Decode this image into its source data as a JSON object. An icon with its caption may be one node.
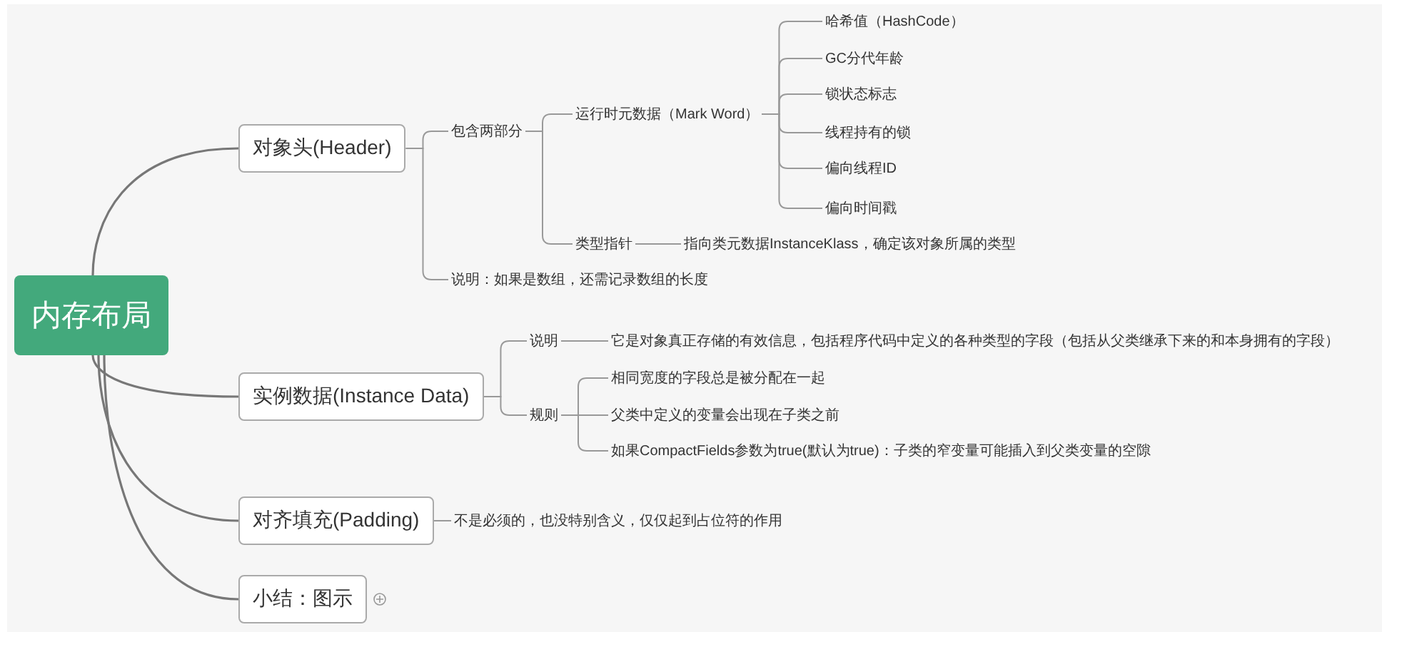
{
  "diagram": {
    "nodes": [
      {
        "text": [
          "内存布局"
        ]
      },
      {
        "text": [
          "对象头(Header)"
        ]
      },
      {
        "text": [
          "包含两部分"
        ]
      },
      {
        "text": [
          "运行时元数据（Mark Word）"
        ]
      },
      {
        "text": [
          "哈希值（HashCode）"
        ]
      },
      {
        "text": [
          "GC分代年龄"
        ]
      },
      {
        "text": [
          "锁状态标志"
        ]
      },
      {
        "text": [
          "线程持有的锁"
        ]
      },
      {
        "text": [
          "偏向线程ID"
        ]
      },
      {
        "text": [
          "偏向时间戳"
        ]
      },
      {
        "text": [
          "类型指针"
        ]
      },
      {
        "text": [
          "指向类元数据InstanceKlass，确定该对象所属的类型"
        ]
      },
      {
        "text": [
          "说明：如果是数组，还需记录数组的长度"
        ]
      },
      {
        "text": [
          "实例数据(Instance Data)"
        ]
      },
      {
        "text": [
          "说明"
        ]
      },
      {
        "text": [
          "它是对象真正存储的有效信息，包括程序代码中定义的各种类型的字段（包括从父类继承下来的和本身拥有的字段）"
        ]
      },
      {
        "text": [
          "规则"
        ]
      },
      {
        "text": [
          "相同宽度的字段总是被分配在一起"
        ]
      },
      {
        "text": [
          "父类中定义的变量会出现在子类之前"
        ]
      },
      {
        "text": [
          "如果CompactFields参数为true(默认为true)：子类的窄变量可能插入到父类变量的空隙"
        ]
      },
      {
        "text": [
          "对齐填充(Padding)"
        ]
      },
      {
        "text": [
          "不是必须的，也没特别含义，仅仅起到占位符的作用"
        ]
      },
      {
        "text": [
          "小结：图示"
        ]
      }
    ],
    "edges": [
      {
        "from": 0,
        "to": 1,
        "arrow": "none"
      },
      {
        "from": 0,
        "to": 13,
        "arrow": "none"
      },
      {
        "from": 0,
        "to": 20,
        "arrow": "none"
      },
      {
        "from": 0,
        "to": 22,
        "arrow": "none"
      },
      {
        "from": 1,
        "to": 2,
        "arrow": "none"
      },
      {
        "from": 1,
        "to": 12,
        "arrow": "none"
      },
      {
        "from": 2,
        "to": 3,
        "arrow": "none"
      },
      {
        "from": 2,
        "to": 10,
        "arrow": "none"
      },
      {
        "from": 3,
        "to": 4,
        "arrow": "none"
      },
      {
        "from": 3,
        "to": 5,
        "arrow": "none"
      },
      {
        "from": 3,
        "to": 6,
        "arrow": "none"
      },
      {
        "from": 3,
        "to": 7,
        "arrow": "none"
      },
      {
        "from": 3,
        "to": 8,
        "arrow": "none"
      },
      {
        "from": 3,
        "to": 9,
        "arrow": "none"
      },
      {
        "from": 10,
        "to": 11,
        "arrow": "none"
      },
      {
        "from": 13,
        "to": 14,
        "arrow": "none"
      },
      {
        "from": 13,
        "to": 16,
        "arrow": "none"
      },
      {
        "from": 14,
        "to": 15,
        "arrow": "none"
      },
      {
        "from": 16,
        "to": 17,
        "arrow": "none"
      },
      {
        "from": 16,
        "to": 18,
        "arrow": "none"
      },
      {
        "from": 16,
        "to": 19,
        "arrow": "none"
      },
      {
        "from": 20,
        "to": 21,
        "arrow": "none"
      }
    ]
  }
}
